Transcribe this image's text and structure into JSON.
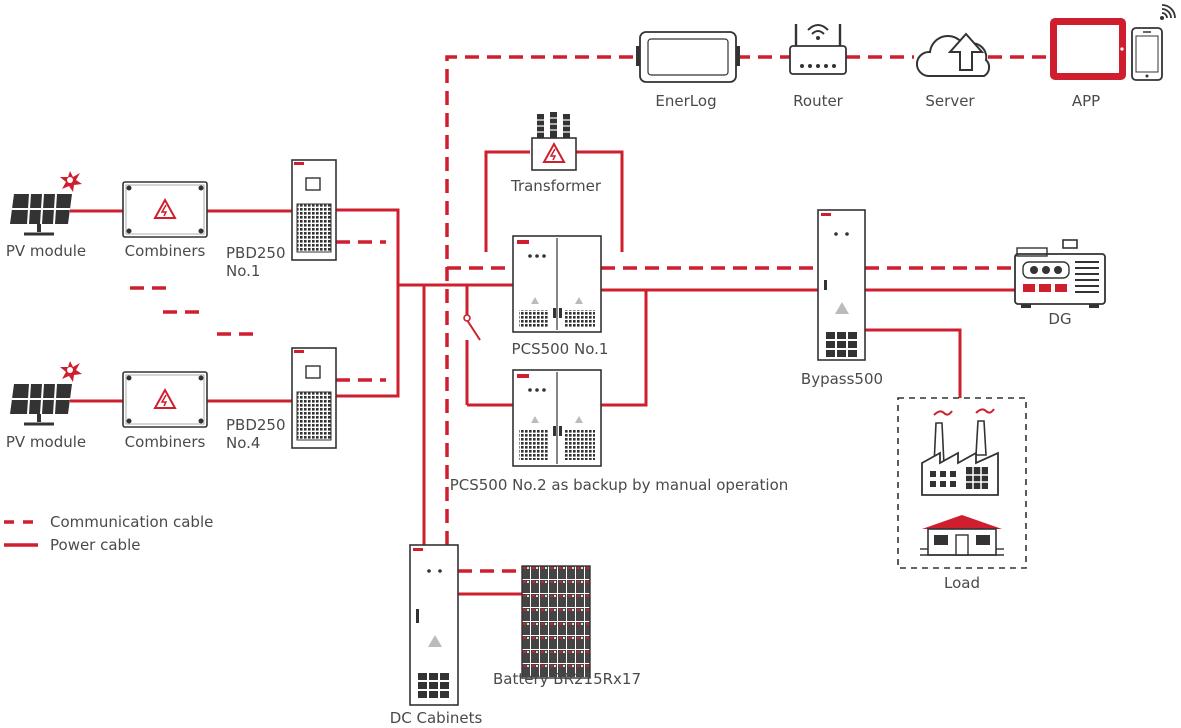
{
  "components": {
    "pv_module_1": "PV module",
    "combiners_1": "Combiners",
    "pbd_1_line1": "PBD250",
    "pbd_1_line2": "No.1",
    "pv_module_2": "PV module",
    "combiners_2": "Combiners",
    "pbd_2_line1": "PBD250",
    "pbd_2_line2": "No.4",
    "transformer": "Transformer",
    "pcs_1": "PCS500 No.1",
    "pcs_2": "PCS500 No.2 as backup by manual operation",
    "bypass": "Bypass500",
    "dg": "DG",
    "load": "Load",
    "dc_cabinets": "DC Cabinets",
    "battery": "Battery BR215Rx17",
    "enerlog": "EnerLog",
    "router": "Router",
    "server": "Server",
    "app": "APP"
  },
  "legend": {
    "communication": "Communication cable",
    "power": "Power cable"
  },
  "colors": {
    "cable": "#cf1f2e",
    "equipment_outline": "#333333",
    "label_text": "#4a4a4a"
  }
}
